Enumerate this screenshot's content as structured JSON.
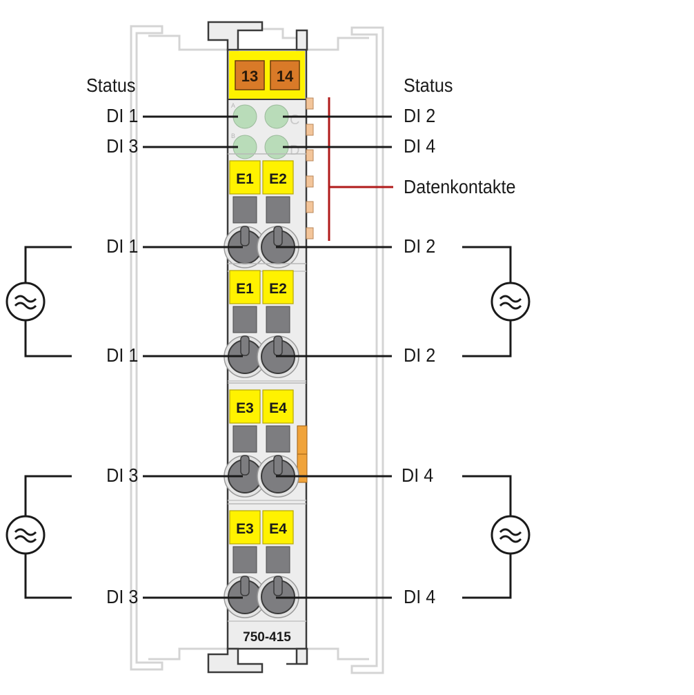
{
  "header": {
    "status_left": "Status",
    "status_right": "Status",
    "data_contacts": "Datenkontakte"
  },
  "module": {
    "model": "750-415",
    "pins": [
      "13",
      "14"
    ],
    "led_letters": [
      "A",
      "B",
      "C",
      "D"
    ],
    "terminal_labels": [
      "E1",
      "E2",
      "E1",
      "E2",
      "E3",
      "E4",
      "E3",
      "E4"
    ]
  },
  "status_labels": {
    "left": [
      "DI 1",
      "DI 3"
    ],
    "right": [
      "DI 2",
      "DI 4"
    ]
  },
  "connection_labels": {
    "left": [
      "DI 1",
      "DI 1",
      "DI 3",
      "DI 3"
    ],
    "right": [
      "DI 2",
      "DI 2",
      "DI 4",
      "DI 4"
    ]
  },
  "colors": {
    "housing": "#ededed",
    "terminal_yellow": "#fff200",
    "pin_orange": "#d97a28",
    "led_green": "#b9dcb9",
    "data_contact_line": "#b01a1a",
    "rail_outline": "#d4d4d4"
  },
  "icons": [
    "ac-source-icon"
  ]
}
